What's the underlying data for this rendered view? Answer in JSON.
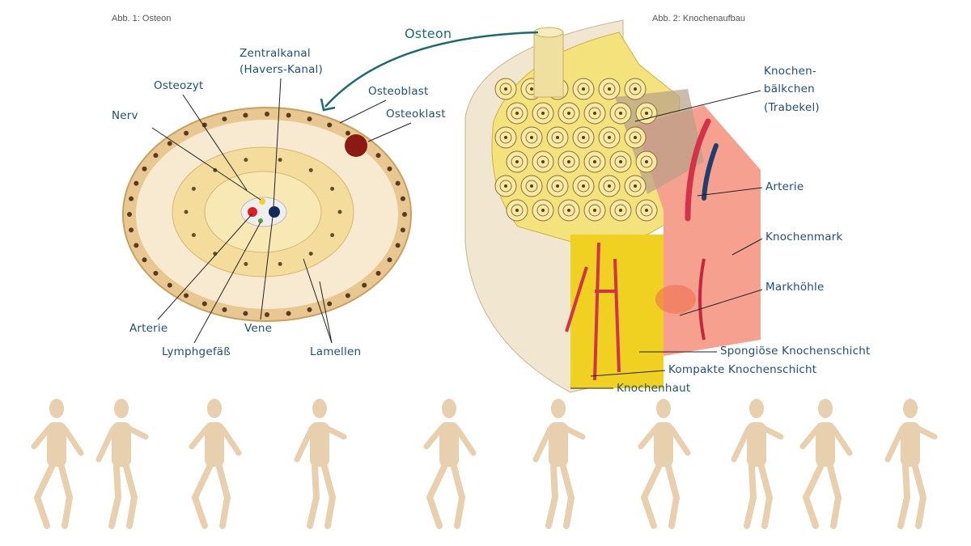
{
  "captions": {
    "fig1": "Abb. 1: Osteon",
    "fig2": "Abb. 2: Knochenaufbau"
  },
  "arrow_label": "Osteon",
  "osteon_labels": {
    "zentralkanal": "Zentralkanal",
    "havers": "(Havers-Kanal)",
    "osteozyt": "Osteozyt",
    "osteoblast": "Osteoblast",
    "osteoklast": "Osteoklast",
    "nerv": "Nerv",
    "arterie": "Arterie",
    "lymph": "Lymphgefäß",
    "vene": "Vene",
    "lamellen": "Lamellen"
  },
  "bone_labels": {
    "knochen1": "Knochen-",
    "knochen2": "bälkchen",
    "trabekel": "(Trabekel)",
    "arterie": "Arterie",
    "knochenmark": "Knochenmark",
    "markhoehle": "Markhöhle",
    "spongioese": "Spongiöse Knochenschicht",
    "kompakte": "Kompakte Knochenschicht",
    "knochenhaut": "Knochenhaut"
  },
  "colors": {
    "label": "#1d4f78",
    "arrow": "#1c6a6c",
    "bone": "#f3e3b0",
    "marrow": "#f08a78",
    "artery": "#d2324a",
    "vein": "#1e3f6e",
    "mannequin": "#e8cfae"
  }
}
